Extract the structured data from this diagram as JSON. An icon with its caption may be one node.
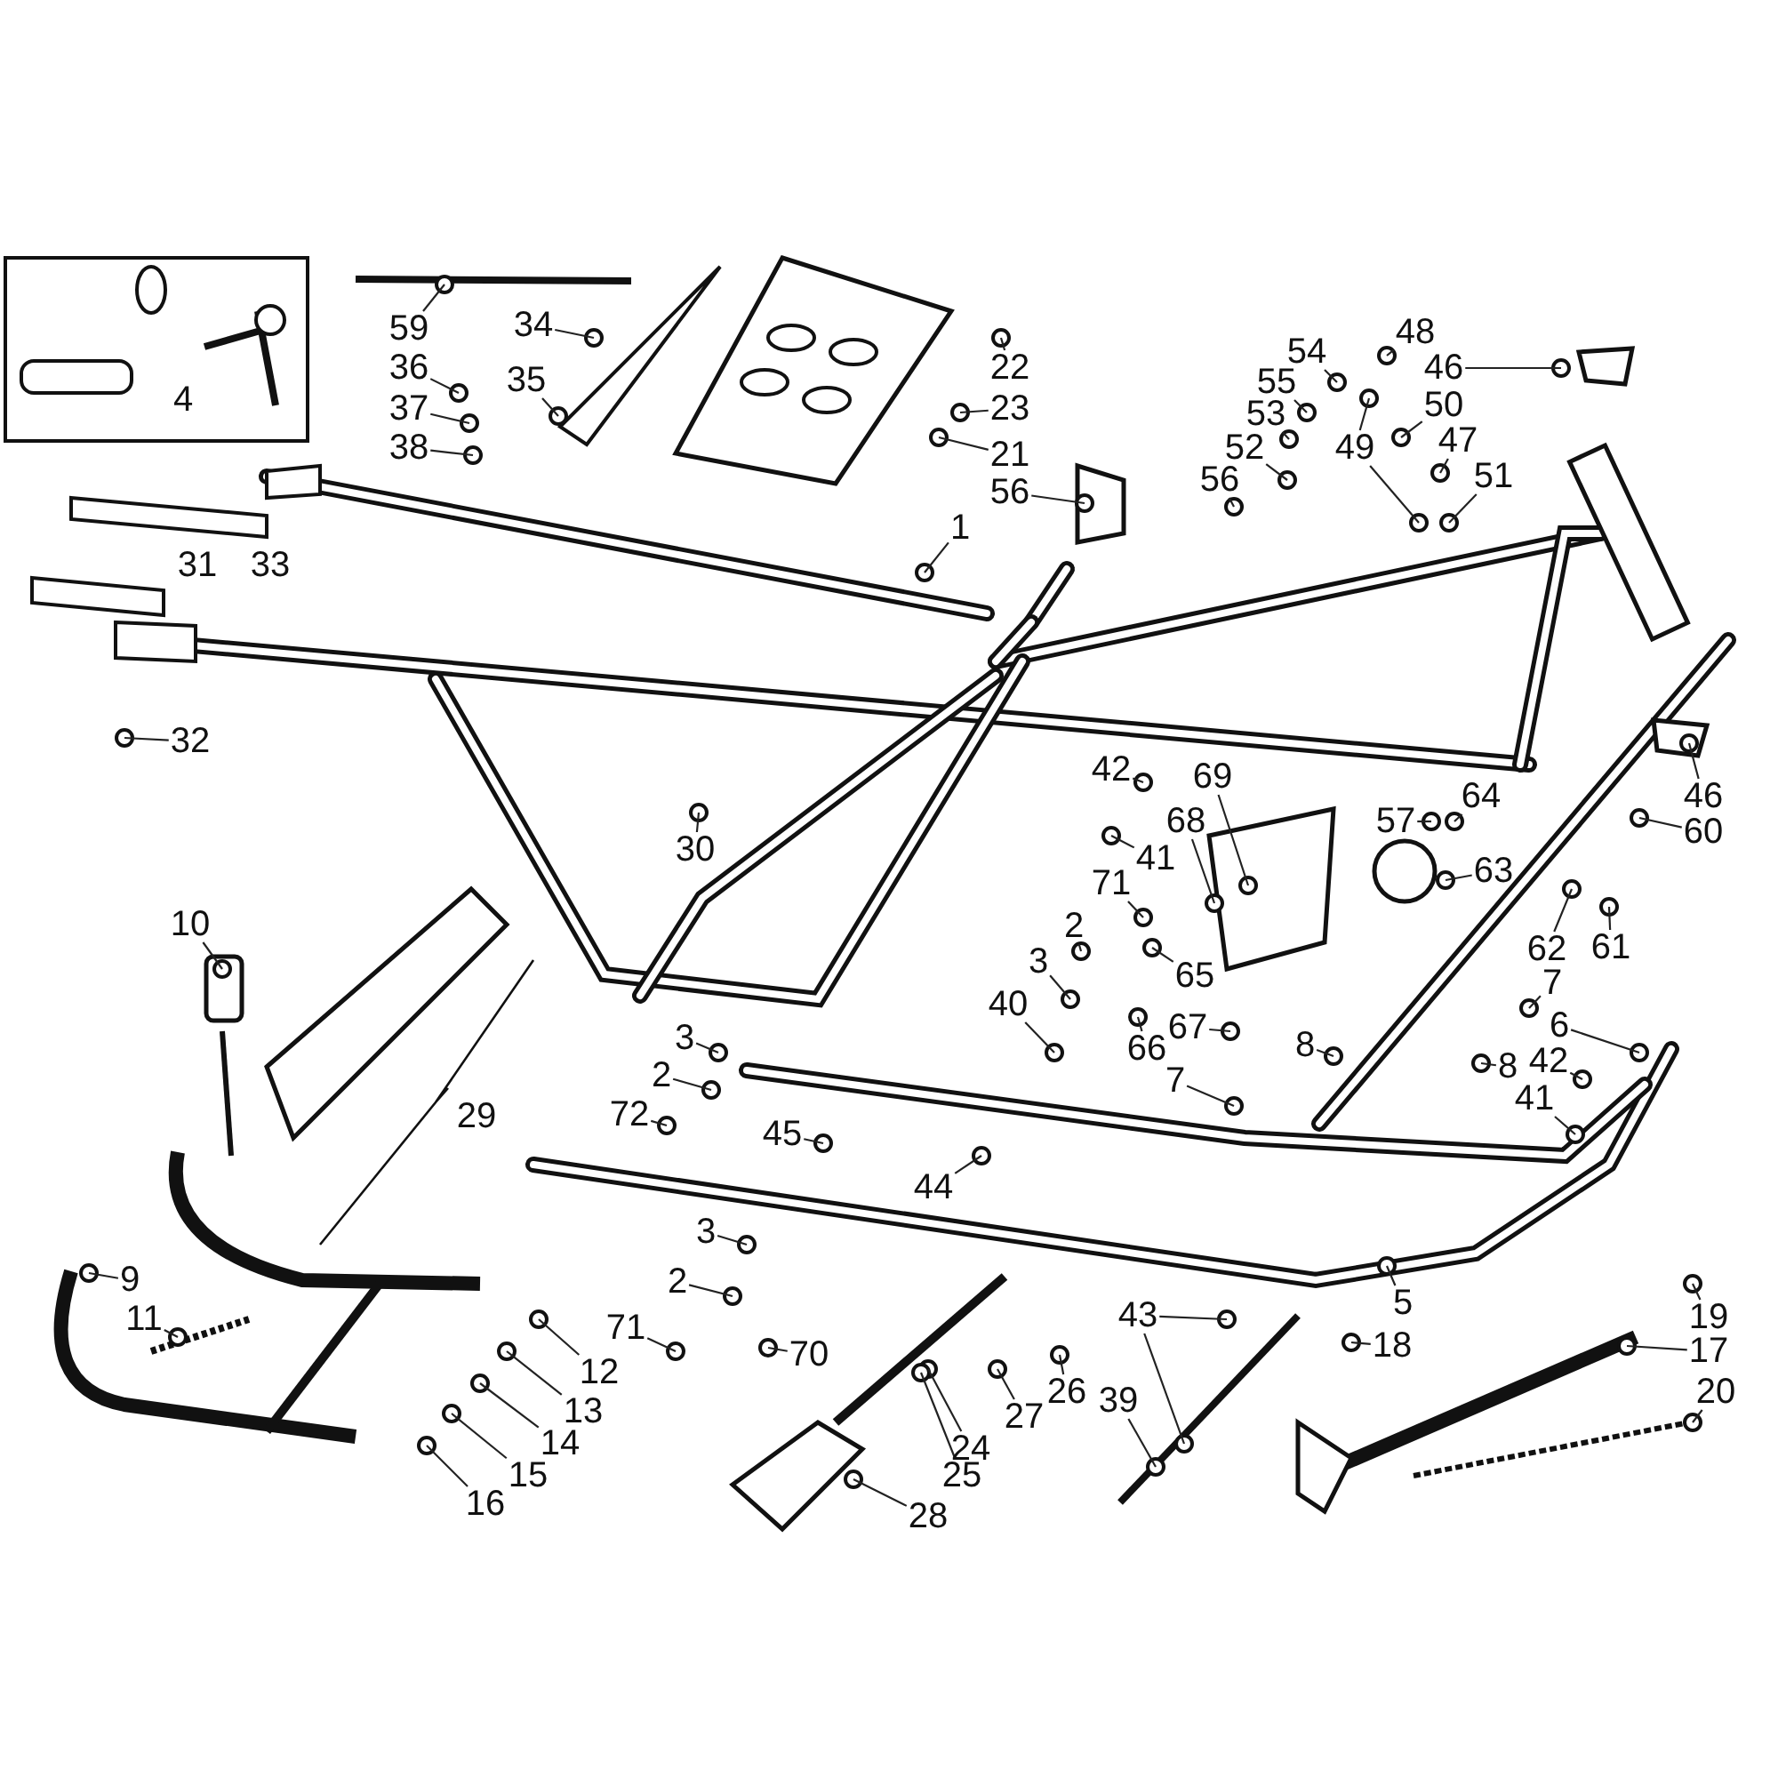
{
  "diagram": {
    "nodes": [
      {
        "text": [
          "59"
        ]
      },
      {
        "text": [
          "34"
        ]
      },
      {
        "text": [
          "36"
        ]
      },
      {
        "text": [
          "35"
        ]
      },
      {
        "text": [
          "37"
        ]
      },
      {
        "text": [
          "38"
        ]
      },
      {
        "text": [
          "22"
        ]
      },
      {
        "text": [
          "23"
        ]
      },
      {
        "text": [
          "21"
        ]
      },
      {
        "text": [
          "56"
        ]
      },
      {
        "text": [
          "1"
        ]
      },
      {
        "text": [
          "54"
        ]
      },
      {
        "text": [
          "55"
        ]
      },
      {
        "text": [
          "53"
        ]
      },
      {
        "text": [
          "52"
        ]
      },
      {
        "text": [
          "56"
        ]
      },
      {
        "text": [
          "48"
        ]
      },
      {
        "text": [
          "46"
        ]
      },
      {
        "text": [
          "50"
        ]
      },
      {
        "text": [
          "49"
        ]
      },
      {
        "text": [
          "47"
        ]
      },
      {
        "text": [
          "51"
        ]
      },
      {
        "text": [
          "32"
        ]
      },
      {
        "text": [
          "30"
        ]
      },
      {
        "text": [
          "46"
        ]
      },
      {
        "text": [
          "60"
        ]
      },
      {
        "text": [
          "42"
        ]
      },
      {
        "text": [
          "69"
        ]
      },
      {
        "text": [
          "68"
        ]
      },
      {
        "text": [
          "41"
        ]
      },
      {
        "text": [
          "71"
        ]
      },
      {
        "text": [
          "2"
        ]
      },
      {
        "text": [
          "3"
        ]
      },
      {
        "text": [
          "40"
        ]
      },
      {
        "text": [
          "57"
        ]
      },
      {
        "text": [
          "64"
        ]
      },
      {
        "text": [
          "63"
        ]
      },
      {
        "text": [
          "65"
        ]
      },
      {
        "text": [
          "67"
        ]
      },
      {
        "text": [
          "66"
        ]
      },
      {
        "text": [
          "8"
        ]
      },
      {
        "text": [
          "7"
        ]
      },
      {
        "text": [
          "62"
        ]
      },
      {
        "text": [
          "61"
        ]
      },
      {
        "text": [
          "7"
        ]
      },
      {
        "text": [
          "6"
        ]
      },
      {
        "text": [
          "8"
        ]
      },
      {
        "text": [
          "42"
        ]
      },
      {
        "text": [
          "41"
        ]
      },
      {
        "text": [
          "10"
        ]
      },
      {
        "text": [
          "3"
        ]
      },
      {
        "text": [
          "2"
        ]
      },
      {
        "text": [
          "72"
        ]
      },
      {
        "text": [
          "45"
        ]
      },
      {
        "text": [
          "44"
        ]
      },
      {
        "text": [
          "9"
        ]
      },
      {
        "text": [
          "11"
        ]
      },
      {
        "text": [
          "3"
        ]
      },
      {
        "text": [
          "2"
        ]
      },
      {
        "text": [
          "71"
        ]
      },
      {
        "text": [
          "70"
        ]
      },
      {
        "text": [
          "12"
        ]
      },
      {
        "text": [
          "13"
        ]
      },
      {
        "text": [
          "14"
        ]
      },
      {
        "text": [
          "15"
        ]
      },
      {
        "text": [
          "16"
        ]
      },
      {
        "text": [
          "43"
        ]
      },
      {
        "text": [
          "26"
        ]
      },
      {
        "text": [
          "27"
        ]
      },
      {
        "text": [
          "39"
        ]
      },
      {
        "text": [
          "24"
        ]
      },
      {
        "text": [
          "25"
        ]
      },
      {
        "text": [
          "28"
        ]
      },
      {
        "text": [
          "5"
        ]
      },
      {
        "text": [
          "18"
        ]
      },
      {
        "text": [
          "19"
        ]
      },
      {
        "text": [
          "17"
        ]
      },
      {
        "text": [
          "20"
        ]
      }
    ],
    "edges": [
      {
        "from": 0,
        "to": null,
        "arrow": "none"
      },
      {
        "from": 1,
        "to": null,
        "arrow": "none"
      },
      {
        "from": 2,
        "to": null,
        "arrow": "none"
      },
      {
        "from": 3,
        "to": null,
        "arrow": "none"
      },
      {
        "from": 4,
        "to": null,
        "arrow": "none"
      },
      {
        "from": 5,
        "to": null,
        "arrow": "none"
      },
      {
        "from": 6,
        "to": null,
        "arrow": "none"
      },
      {
        "from": 7,
        "to": null,
        "arrow": "none"
      },
      {
        "from": 8,
        "to": null,
        "arrow": "none"
      },
      {
        "from": 9,
        "to": null,
        "arrow": "none"
      },
      {
        "from": 10,
        "to": null,
        "arrow": "none"
      },
      {
        "from": 11,
        "to": null,
        "arrow": "none"
      },
      {
        "from": 12,
        "to": null,
        "arrow": "none"
      },
      {
        "from": 13,
        "to": null,
        "arrow": "none"
      },
      {
        "from": 14,
        "to": null,
        "arrow": "none"
      },
      {
        "from": 15,
        "to": null,
        "arrow": "none"
      },
      {
        "from": 16,
        "to": null,
        "arrow": "none"
      },
      {
        "from": 17,
        "to": null,
        "arrow": "none"
      },
      {
        "from": 18,
        "to": null,
        "arrow": "none"
      },
      {
        "from": 19,
        "to": null,
        "arrow": "none"
      },
      {
        "from": 19,
        "to": null,
        "arrow": "none"
      },
      {
        "from": 20,
        "to": null,
        "arrow": "none"
      },
      {
        "from": 21,
        "to": null,
        "arrow": "none"
      },
      {
        "from": 22,
        "to": null,
        "arrow": "none"
      },
      {
        "from": 23,
        "to": null,
        "arrow": "none"
      },
      {
        "from": 24,
        "to": null,
        "arrow": "none"
      },
      {
        "from": 25,
        "to": null,
        "arrow": "none"
      },
      {
        "from": 26,
        "to": null,
        "arrow": "none"
      },
      {
        "from": 27,
        "to": null,
        "arrow": "none"
      },
      {
        "from": 28,
        "to": null,
        "arrow": "none"
      },
      {
        "from": 29,
        "to": null,
        "arrow": "none"
      },
      {
        "from": 30,
        "to": null,
        "arrow": "none"
      },
      {
        "from": 31,
        "to": null,
        "arrow": "none"
      },
      {
        "from": 32,
        "to": null,
        "arrow": "none"
      },
      {
        "from": 33,
        "to": null,
        "arrow": "none"
      },
      {
        "from": 34,
        "to": null,
        "arrow": "none"
      },
      {
        "from": 35,
        "to": null,
        "arrow": "none"
      },
      {
        "from": 36,
        "to": null,
        "arrow": "none"
      },
      {
        "from": 37,
        "to": null,
        "arrow": "none"
      },
      {
        "from": 38,
        "to": null,
        "arrow": "none"
      },
      {
        "from": 39,
        "to": null,
        "arrow": "none"
      },
      {
        "from": 40,
        "to": null,
        "arrow": "none"
      },
      {
        "from": 41,
        "to": null,
        "arrow": "none"
      },
      {
        "from": 42,
        "to": null,
        "arrow": "none"
      },
      {
        "from": 43,
        "to": null,
        "arrow": "none"
      },
      {
        "from": 44,
        "to": null,
        "arrow": "none"
      },
      {
        "from": 45,
        "to": null,
        "arrow": "none"
      },
      {
        "from": 46,
        "to": null,
        "arrow": "none"
      },
      {
        "from": 47,
        "to": null,
        "arrow": "none"
      },
      {
        "from": 48,
        "to": null,
        "arrow": "none"
      },
      {
        "from": 49,
        "to": null,
        "arrow": "none"
      },
      {
        "from": 50,
        "to": null,
        "arrow": "none"
      },
      {
        "from": 51,
        "to": null,
        "arrow": "none"
      },
      {
        "from": 52,
        "to": null,
        "arrow": "none"
      },
      {
        "from": 53,
        "to": null,
        "arrow": "none"
      },
      {
        "from": 54,
        "to": null,
        "arrow": "none"
      },
      {
        "from": 55,
        "to": null,
        "arrow": "none"
      },
      {
        "from": 56,
        "to": null,
        "arrow": "none"
      },
      {
        "from": 57,
        "to": null,
        "arrow": "none"
      },
      {
        "from": 58,
        "to": null,
        "arrow": "none"
      },
      {
        "from": 59,
        "to": null,
        "arrow": "none"
      },
      {
        "from": 60,
        "to": null,
        "arrow": "none"
      },
      {
        "from": 61,
        "to": null,
        "arrow": "none"
      },
      {
        "from": 62,
        "to": null,
        "arrow": "none"
      },
      {
        "from": 63,
        "to": null,
        "arrow": "none"
      },
      {
        "from": 64,
        "to": null,
        "arrow": "none"
      },
      {
        "from": 65,
        "to": null,
        "arrow": "none"
      },
      {
        "from": 66,
        "to": null,
        "arrow": "none"
      },
      {
        "from": 66,
        "to": null,
        "arrow": "none"
      },
      {
        "from": 67,
        "to": null,
        "arrow": "none"
      },
      {
        "from": 68,
        "to": null,
        "arrow": "none"
      },
      {
        "from": 69,
        "to": null,
        "arrow": "none"
      },
      {
        "from": 70,
        "to": null,
        "arrow": "none"
      },
      {
        "from": 71,
        "to": null,
        "arrow": "none"
      },
      {
        "from": 72,
        "to": null,
        "arrow": "none"
      },
      {
        "from": 73,
        "to": null,
        "arrow": "none"
      },
      {
        "from": 74,
        "to": null,
        "arrow": "none"
      },
      {
        "from": 75,
        "to": null,
        "arrow": "none"
      },
      {
        "from": 76,
        "to": null,
        "arrow": "none"
      },
      {
        "from": 77,
        "to": null,
        "arrow": "none"
      }
    ],
    "labels": [
      "4",
      "31",
      "33",
      "29"
    ]
  }
}
